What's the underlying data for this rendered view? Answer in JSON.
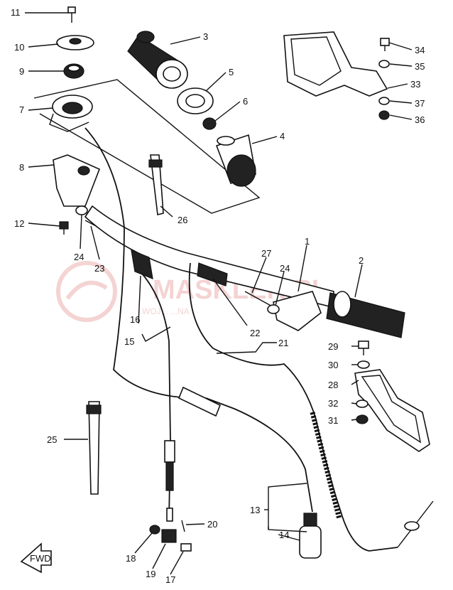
{
  "labels": {
    "p1": "1",
    "p2": "2",
    "p3": "3",
    "p4": "4",
    "p5": "5",
    "p6": "6",
    "p7": "7",
    "p8": "8",
    "p9": "9",
    "p10": "10",
    "p11": "11",
    "p12": "12",
    "p13": "13",
    "p14": "14",
    "p15": "15",
    "p16": "16",
    "p17": "17",
    "p18": "18",
    "p19": "19",
    "p20": "20",
    "p21": "21",
    "p22": "22",
    "p23": "23",
    "p24a": "24",
    "p24b": "24",
    "p25": "25",
    "p26": "26",
    "p27": "27",
    "p28": "28",
    "p29": "29",
    "p30": "30",
    "p31": "31",
    "p32": "32",
    "p33": "33",
    "p34": "34",
    "p35": "35",
    "p36": "36",
    "p37": "37"
  },
  "fwd_text": "FWD",
  "watermark": {
    "brand": "MASKLER.PL",
    "tagline": "WOJ... ...NA",
    "color": "#e8a0a0"
  }
}
